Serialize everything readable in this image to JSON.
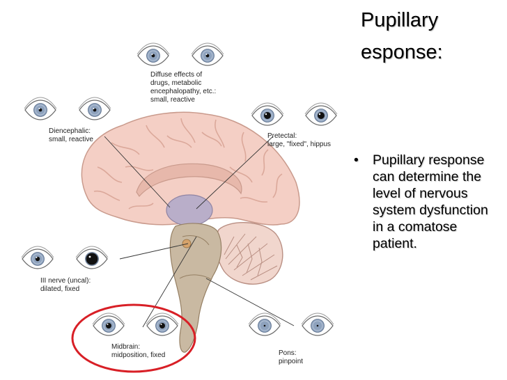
{
  "slide": {
    "title": "Pupillary\nesponse:",
    "bullets": [
      {
        "marker": "•",
        "text": "Pupillary response can determine the level of nervous system dysfunction in a comatose patient."
      }
    ]
  },
  "diagram": {
    "labels": {
      "diffuse": "Diffuse effects of\ndrugs, metabolic\nencephalopathy, etc.:\nsmall, reactive",
      "diencephalic": "Diencephalic:\nsmall, reactive",
      "pretectal": "Pretectal:\nlarge, \"fixed\", hippus",
      "third_nerve": "III nerve (uncal):\ndilated, fixed",
      "midbrain": "Midbrain:\nmidposition, fixed",
      "pons": "Pons:\npinpoint"
    },
    "eye_pairs": [
      {
        "id": "diffuse",
        "left_pupil": "small",
        "right_pupil": "small"
      },
      {
        "id": "diencephalic",
        "left_pupil": "small",
        "right_pupil": "small"
      },
      {
        "id": "pretectal",
        "left_pupil": "large",
        "right_pupil": "large"
      },
      {
        "id": "third-nerve",
        "left_pupil": "normal",
        "right_pupil": "dilated"
      },
      {
        "id": "midbrain",
        "left_pupil": "midposition",
        "right_pupil": "midposition"
      },
      {
        "id": "pons",
        "left_pupil": "pinpoint",
        "right_pupil": "pinpoint"
      }
    ],
    "highlight": "midbrain"
  },
  "colors": {
    "cortex": "#f4cfc5",
    "cortex_folds": "#dba89a",
    "thalamus": "#b9aec9",
    "brainstem": "#c9b9a2",
    "cerebellum": "#f1d6cd",
    "iris": "#8ea2bd",
    "highlight_ring": "#d81f26"
  }
}
